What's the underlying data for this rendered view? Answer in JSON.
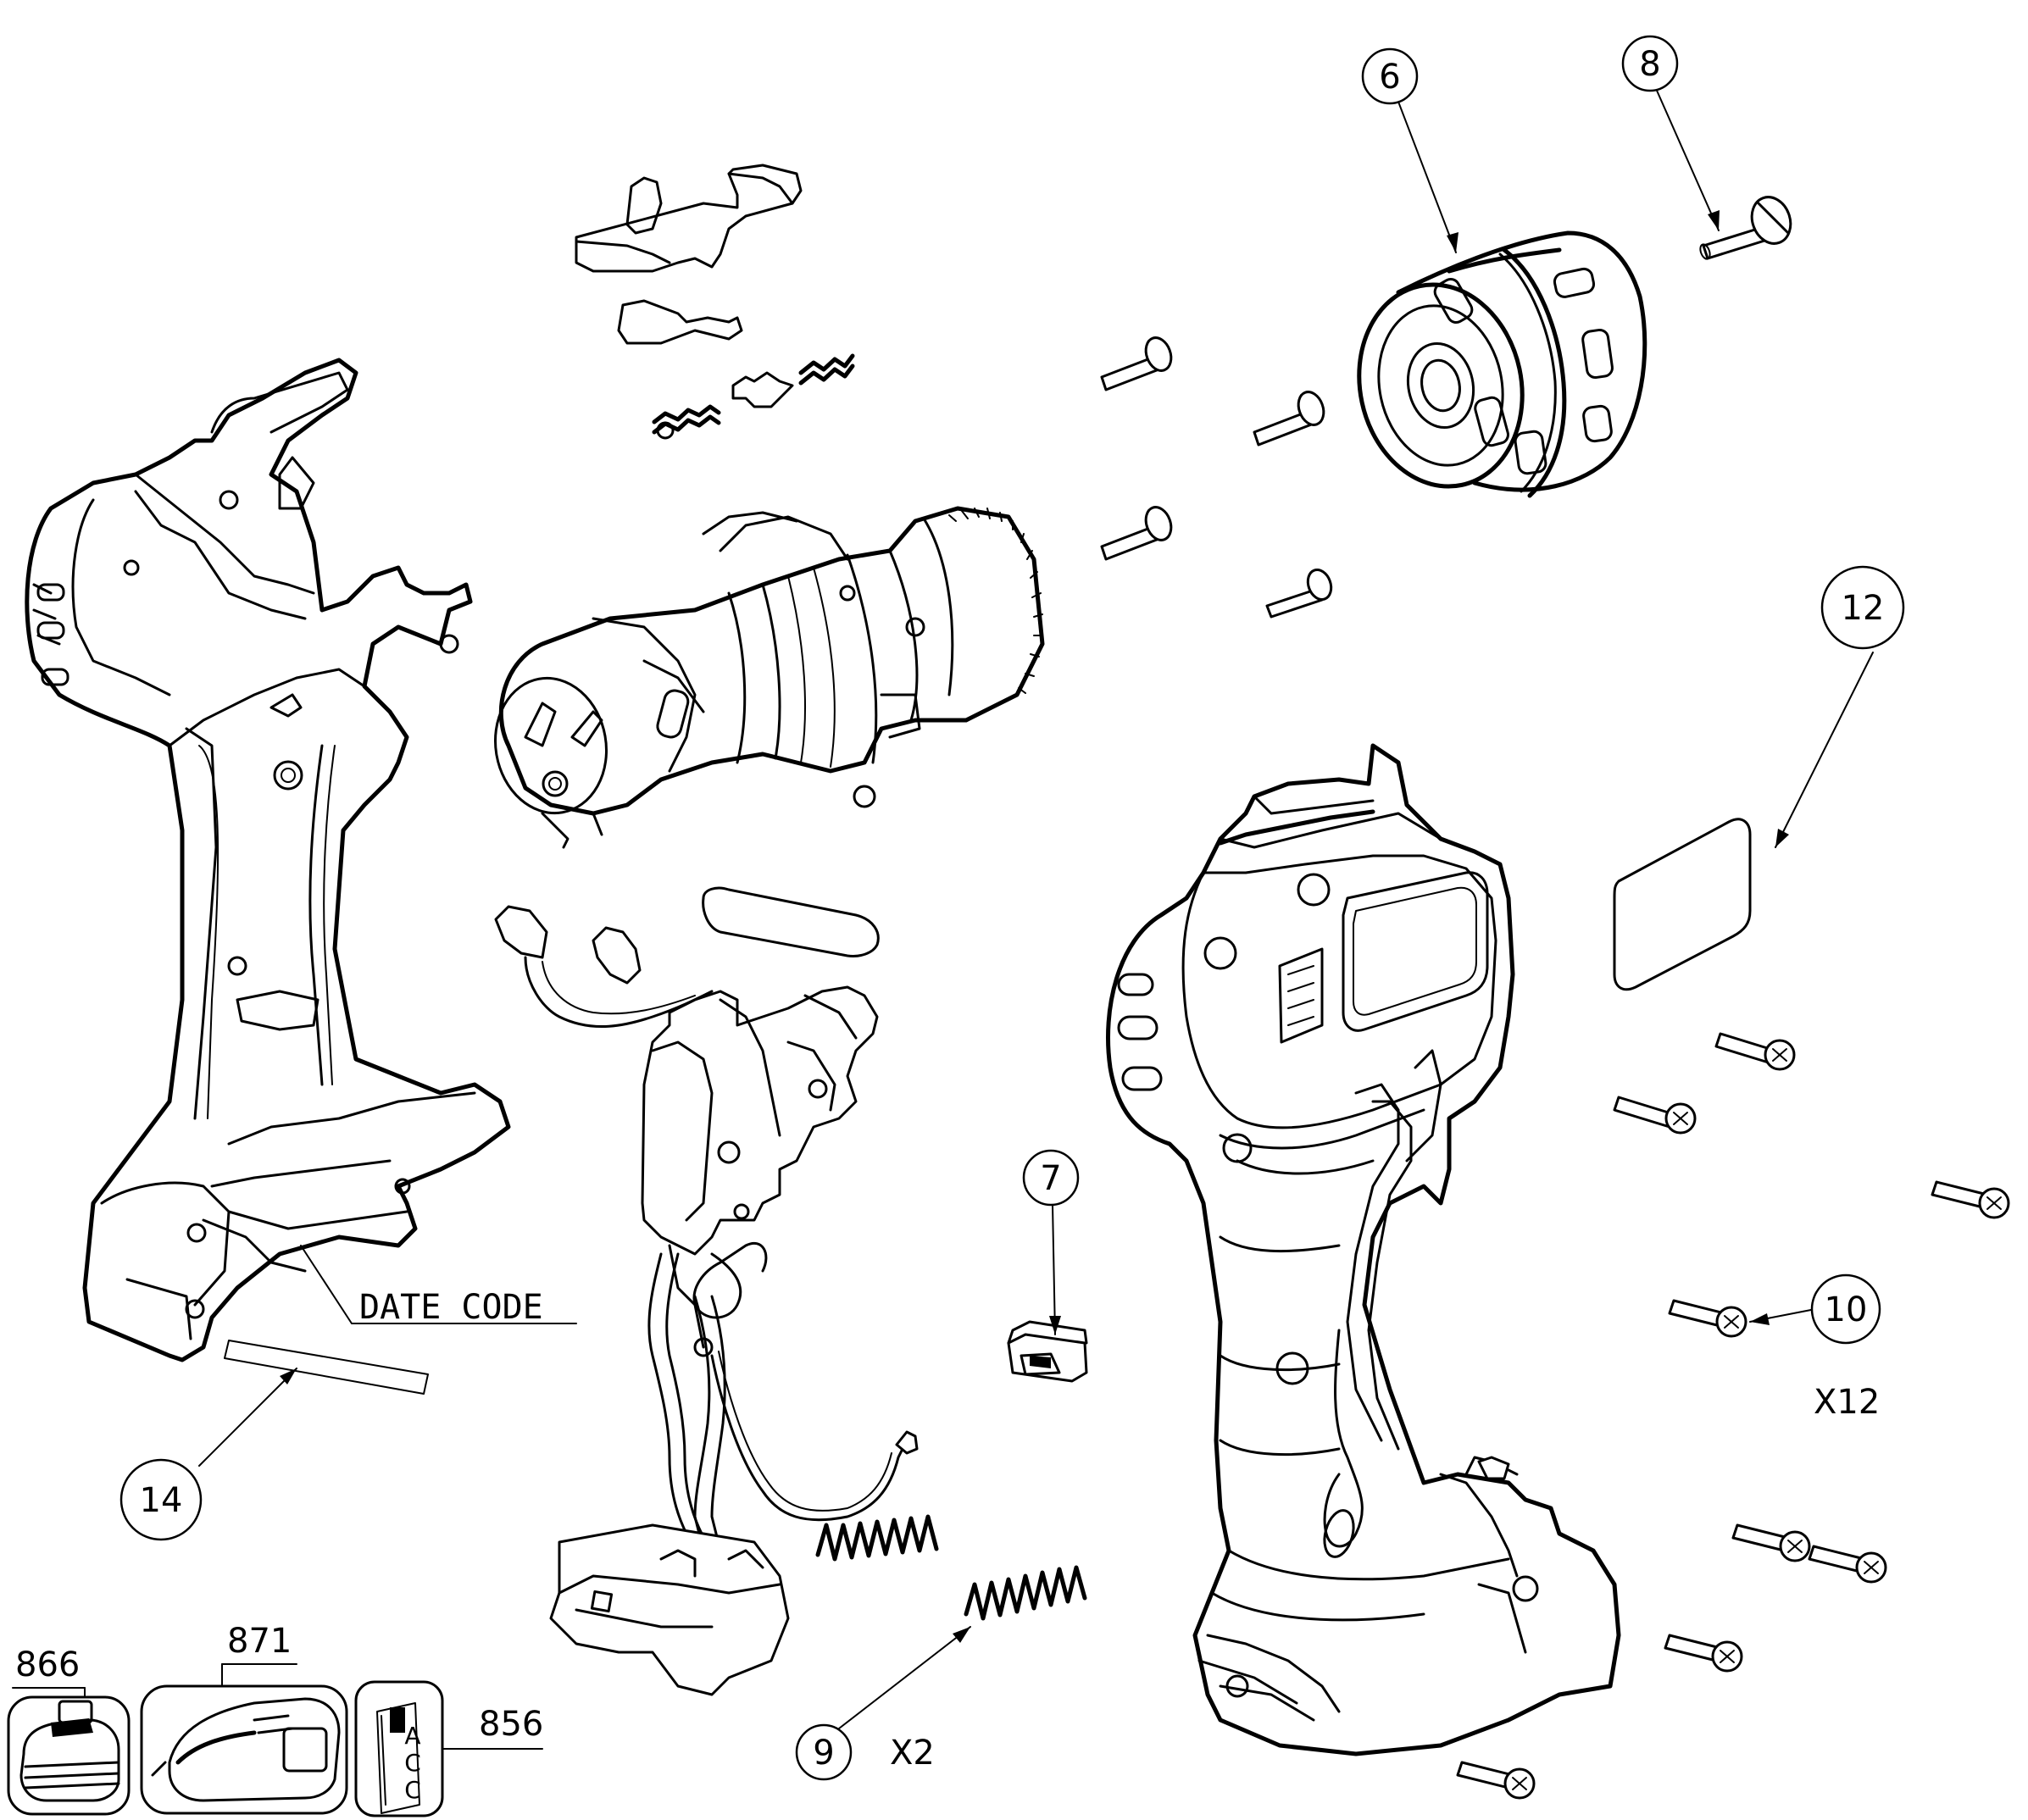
{
  "callouts": [
    {
      "id": "6",
      "label": "6"
    },
    {
      "id": "8",
      "label": "8"
    },
    {
      "id": "12",
      "label": "12"
    },
    {
      "id": "7",
      "label": "7"
    },
    {
      "id": "10",
      "label": "10"
    },
    {
      "id": "14",
      "label": "14"
    },
    {
      "id": "9",
      "label": "9"
    }
  ],
  "labels": {
    "date_code": "DATE CODE",
    "qty_screws": "X12",
    "qty_springs": "X2"
  },
  "accessories": [
    {
      "id": "866",
      "label": "866",
      "name": "battery-pack"
    },
    {
      "id": "871",
      "label": "871",
      "name": "charger"
    },
    {
      "id": "856",
      "label": "856",
      "name": "accessory-card"
    }
  ],
  "accessory_card_text": [
    "A",
    "C",
    "C"
  ]
}
